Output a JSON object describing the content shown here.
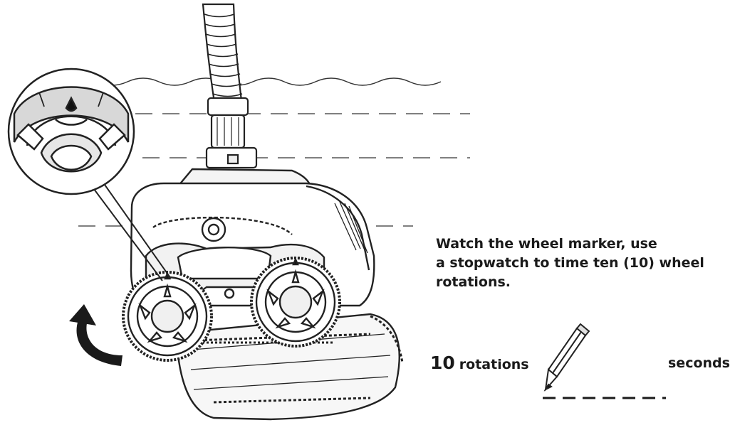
{
  "instruction": {
    "line1": "Watch the wheel marker, use",
    "line2": "a stopwatch to time ten (10) wheel",
    "line3": "rotations."
  },
  "record": {
    "count": "10",
    "unit": "rotations",
    "result_unit": "seconds"
  },
  "icons": {
    "robot": "pool-cleaner-robot",
    "zoom": "wheel-marker-magnifier",
    "arrow": "rotation-arrow",
    "pencil": "pencil-icon"
  }
}
